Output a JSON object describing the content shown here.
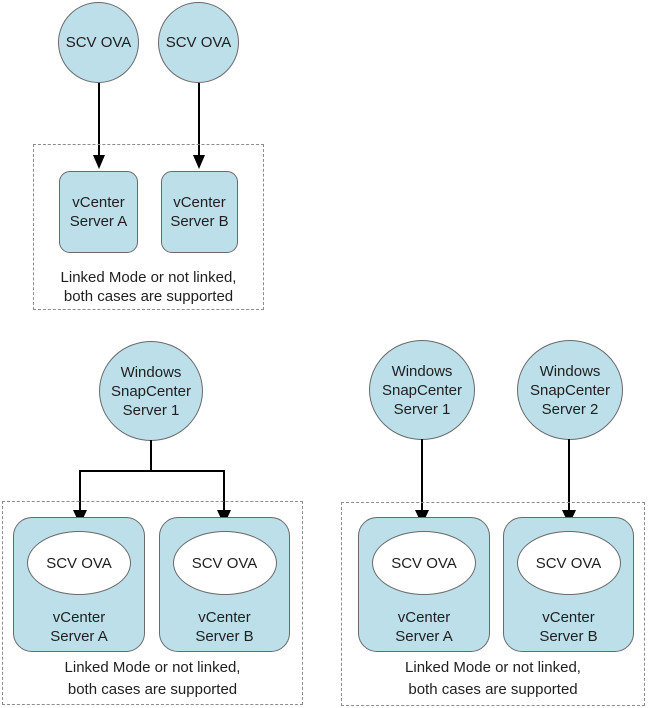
{
  "colors": {
    "background": "#ffffff",
    "node_fill": "#bcdfe9",
    "node_border": "#6a6a6a",
    "dashed_border": "#8c8c8c",
    "arrow": "#000000",
    "text": "#1f1f1f",
    "ova_fill": "#ffffff"
  },
  "groups": {
    "top_left": {
      "sources": [
        {
          "label": "SCV OVA"
        },
        {
          "label": "SCV OVA"
        }
      ],
      "targets": [
        {
          "label": "vCenter\nServer A"
        },
        {
          "label": "vCenter\nServer B"
        }
      ],
      "caption": "Linked Mode or not linked,\nboth cases are supported"
    },
    "bottom_left": {
      "source": {
        "label": "Windows\nSnapCenter\nServer 1"
      },
      "targets": [
        {
          "ova_label": "SCV OVA",
          "label": "vCenter\nServer A"
        },
        {
          "ova_label": "SCV OVA",
          "label": "vCenter\nServer B"
        }
      ],
      "caption": "Linked Mode or not linked,\nboth cases are supported"
    },
    "bottom_right": {
      "sources": [
        {
          "label": "Windows\nSnapCenter\nServer 1"
        },
        {
          "label": "Windows\nSnapCenter\nServer 2"
        }
      ],
      "targets": [
        {
          "ova_label": "SCV OVA",
          "label": "vCenter\nServer A"
        },
        {
          "ova_label": "SCV OVA",
          "label": "vCenter\nServer B"
        }
      ],
      "caption": "Linked Mode or not linked,\nboth cases are supported"
    }
  }
}
